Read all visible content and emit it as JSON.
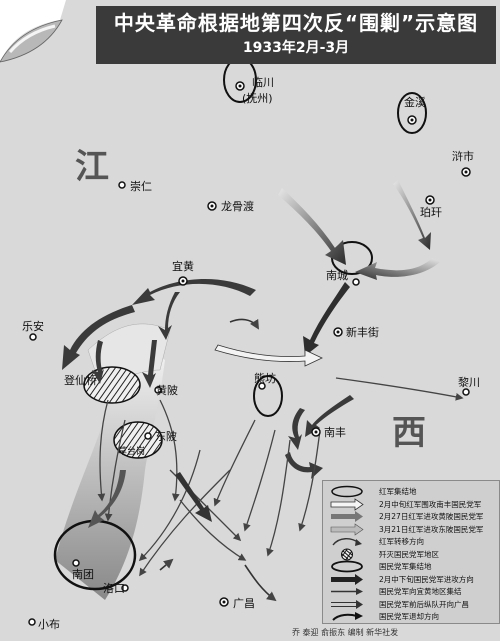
{
  "title": "中央革命根据地第四次反“围剿”示意图",
  "subtitle": "1933年2月-3月",
  "regions": {
    "jiang": "江",
    "xi": "西"
  },
  "places": {
    "linchuan": "临川",
    "fuzhou": "(抚州)",
    "jinxi": "金溪",
    "chongren": "崇仁",
    "longgudu": "龙骨渡",
    "xunshi": "浒市",
    "hugan": "珀玕",
    "yihuang": "宜黄",
    "nancheng": "南城",
    "lean": "乐安",
    "xinfengjie": "新丰街",
    "dengxianqiao": "登仙桥",
    "huangpi": "黄陂",
    "nengfang": "熊坊",
    "lichuan": "黎川",
    "dongpi": "东陂",
    "caotaigang": "草台岗",
    "nanfeng": "南丰",
    "nantuan": "南团",
    "luokou": "洛口",
    "guangchang": "广昌",
    "xiaobu": "小布"
  },
  "legend": [
    {
      "icon": "red-army-gathering-symbol",
      "label": "红军集结地"
    },
    {
      "icon": "arrow-outline-symbol",
      "label": "2月中旬红军围攻南丰国民党军"
    },
    {
      "icon": "arrow-shaded-symbol",
      "label": "2月27日红军进攻黄陂国民党军"
    },
    {
      "icon": "arrow-shaded-alt-symbol",
      "label": "3月21日红军进攻东陂国民党军"
    },
    {
      "icon": "arrow-curved-symbol",
      "label": "红军转移方向"
    },
    {
      "icon": "annihilated-area-symbol",
      "label": "歼灭国民党军地区"
    },
    {
      "icon": "kmt-gathering-symbol",
      "label": "国民党军集结地"
    },
    {
      "icon": "arrow-dark-symbol",
      "label": "2月中下旬国民党军进攻方向"
    },
    {
      "icon": "arrow-thin-symbol",
      "label": "国民党军向宜黄地区集结"
    },
    {
      "icon": "arrow-double-symbol",
      "label": "国民党军前后纵队开向广昌"
    },
    {
      "icon": "arrow-retreat-symbol",
      "label": "国民党军退却方向"
    }
  ],
  "credit": "乔 泰迎 俞振东  编制  新华社发",
  "colors": {
    "background": "#d9d9d9",
    "title_bar": "#3a3a3a",
    "arrow_dark": "#3b3b3b",
    "arrow_light": "#f2f2f2"
  }
}
